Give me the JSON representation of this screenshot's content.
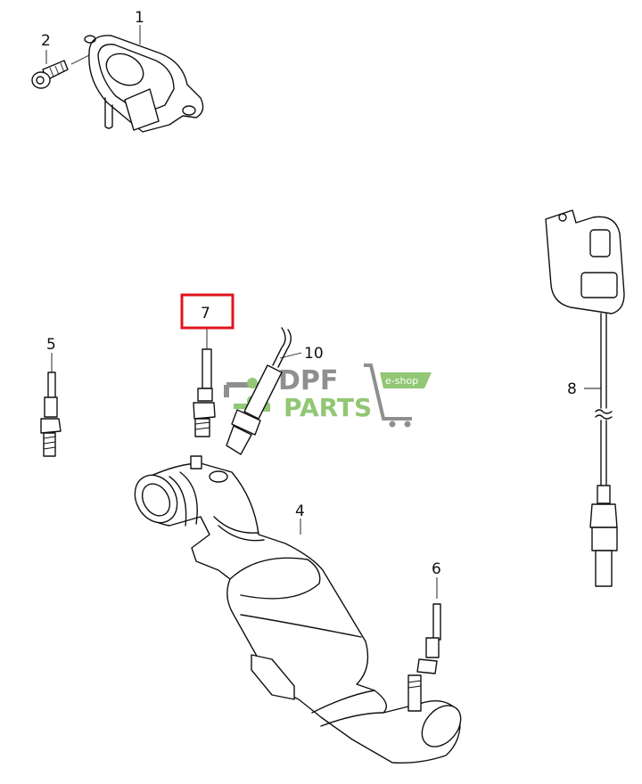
{
  "diagram": {
    "callouts": [
      {
        "id": "1",
        "label": "1"
      },
      {
        "id": "2",
        "label": "2"
      },
      {
        "id": "4",
        "label": "4"
      },
      {
        "id": "5",
        "label": "5"
      },
      {
        "id": "6",
        "label": "6"
      },
      {
        "id": "7",
        "label": "7",
        "highlighted": true
      },
      {
        "id": "8",
        "label": "8"
      },
      {
        "id": "10",
        "label": "10"
      }
    ],
    "highlight_color": "#e0141e"
  },
  "watermark": {
    "line1": "DPF",
    "line2": "PARTS",
    "badge": "e-shop",
    "colors": {
      "gray": "#8a8a8a",
      "green": "#8cc56e"
    }
  }
}
